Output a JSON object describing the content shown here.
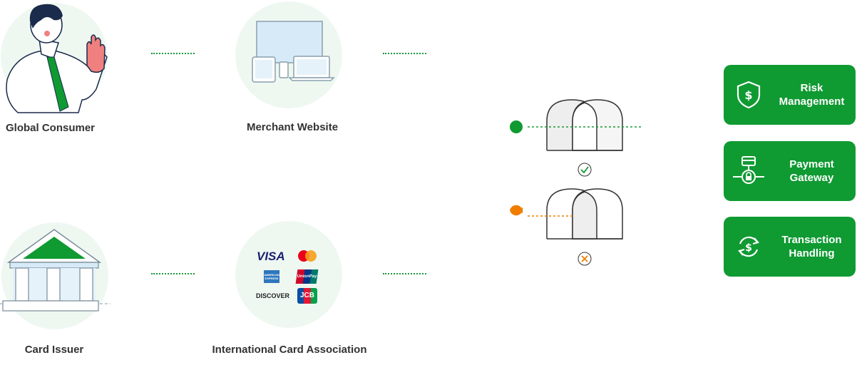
{
  "nodes": {
    "global_consumer": "Global Consumer",
    "merchant_website": "Merchant Website",
    "card_issuer": "Card Issuer",
    "international_card_association": "International Card Association"
  },
  "card_brands": {
    "visa": "VISA",
    "amex": "AMERICAN EXPRESS",
    "unionpay": "UnionPay",
    "discover": "DISCOVER",
    "jcb": "JCB"
  },
  "services": [
    {
      "line1": "Risk",
      "line2": "Management",
      "icon": "shield-dollar-icon"
    },
    {
      "line1": "Payment",
      "line2": "Gateway",
      "icon": "payment-gateway-icon"
    },
    {
      "line1": "Transaction",
      "line2": "Handling",
      "icon": "refresh-dollar-icon"
    }
  ],
  "colors": {
    "brand_green": "#0f9a32",
    "soft_green": "#eef8f1",
    "accept_green": "#0f9a32",
    "reject_orange": "#f07d00",
    "label_text": "#333333"
  },
  "gates": {
    "accepted_icon": "check-icon",
    "rejected_icon": "x-icon"
  }
}
